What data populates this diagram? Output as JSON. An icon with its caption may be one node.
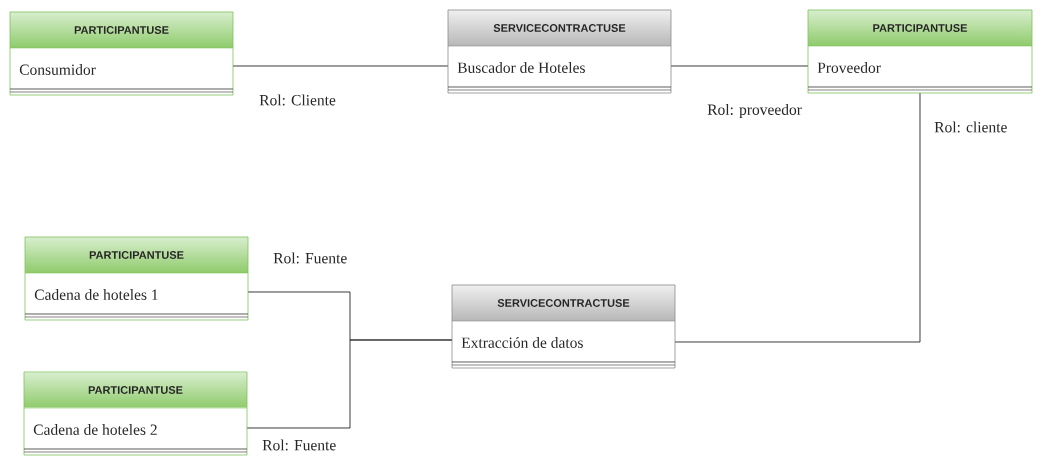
{
  "diagram": {
    "nodes": [
      {
        "text": [
          "PARTICIPANTUSE",
          "Consumidor"
        ]
      },
      {
        "text": [
          "SERVICECONTRACTUSE",
          "Buscador de Hoteles"
        ]
      },
      {
        "text": [
          "PARTICIPANTUSE",
          "Proveedor"
        ]
      },
      {
        "text": [
          "PARTICIPANTUSE",
          "Cadena de hoteles 1"
        ]
      },
      {
        "text": [
          "PARTICIPANTUSE",
          "Cadena de hoteles 2"
        ]
      },
      {
        "text": [
          "SERVICECONTRACTUSE",
          "Extracción de datos"
        ]
      }
    ],
    "edges": [
      {
        "from": 0,
        "to": 1,
        "arrow": "none",
        "label": "Rol: Cliente"
      },
      {
        "from": 1,
        "to": 2,
        "arrow": "none",
        "label": "Rol: proveedor"
      },
      {
        "from": 2,
        "to": 5,
        "arrow": "none",
        "label": "Rol: cliente"
      },
      {
        "from": 3,
        "to": 5,
        "arrow": "none",
        "label": "Rol: Fuente"
      },
      {
        "from": 4,
        "to": 5,
        "arrow": "none",
        "label": "Rol: Fuente"
      }
    ]
  }
}
